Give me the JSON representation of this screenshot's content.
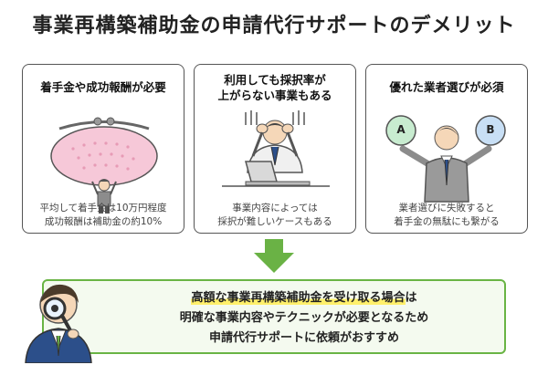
{
  "title": "事業再構築補助金の申請代行サポートのデメリット",
  "cards": [
    {
      "title_lines": [
        "着手金や成功報酬が必要"
      ],
      "caption_lines": [
        "平均して着手金は10万円程度",
        "成功報酬は補助金の約10%"
      ]
    },
    {
      "title_lines": [
        "利用しても採択率が",
        "上がらない事業もある"
      ],
      "caption_lines": [
        "事業内容によっては",
        "採択が難しいケースもある"
      ]
    },
    {
      "title_lines": [
        "優れた業者選びが必須"
      ],
      "caption_lines": [
        "業者選びに失敗すると",
        "着手金の無駄にも繋がる"
      ],
      "ball_a": "A",
      "ball_b": "B"
    }
  ],
  "conclusion": {
    "line1_highlight": "高額な事業再構築補助金を受け取る場合",
    "line1_rest": "は",
    "line2": "明確な事業内容やテクニックが必要となるため",
    "line3": "申請代行サポートに依頼がおすすめ"
  },
  "colors": {
    "accent_green": "#6ab245",
    "highlight_yellow": "#fff06b",
    "purse_pink": "#f6c8d8",
    "ball_green": "#c8ecd0",
    "ball_blue": "#c8dff5"
  },
  "icons": [
    "coin-purse-icon",
    "stressed-man-laptop-icon",
    "businessman-choice-icon",
    "down-arrow-icon",
    "detective-magnifier-icon"
  ]
}
